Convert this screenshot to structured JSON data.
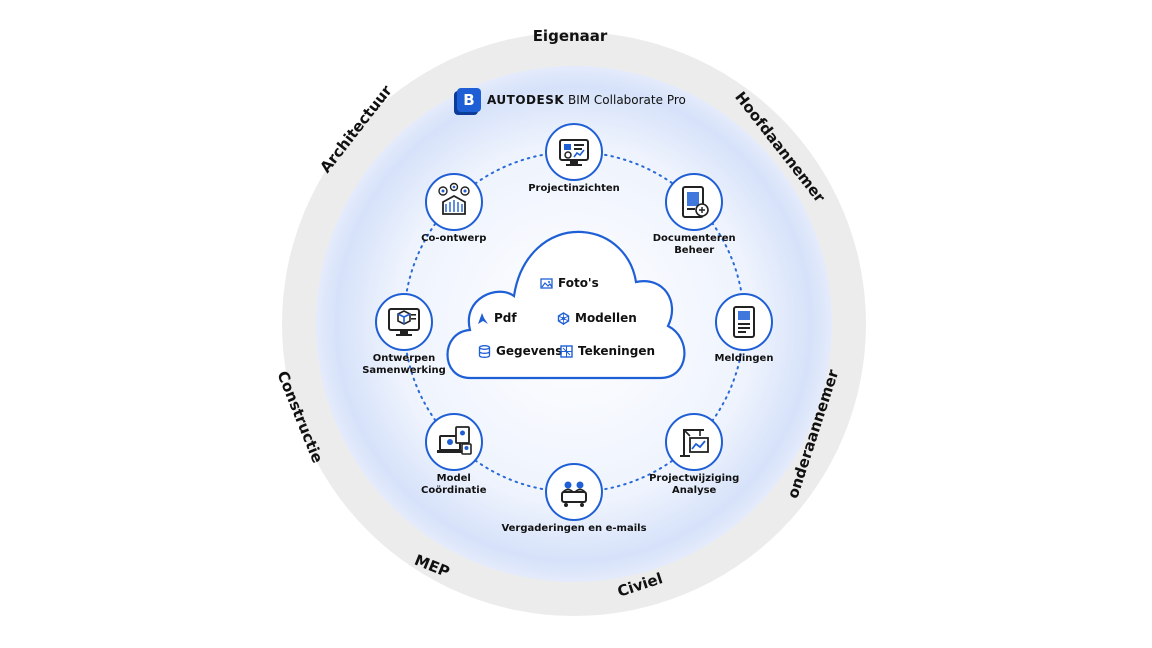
{
  "brand": {
    "logo_letter": "B",
    "company": "AUTODESK",
    "product": "BIM Collaborate Pro"
  },
  "stakeholders": [
    {
      "id": "eigenaar",
      "label": "Eigenaar"
    },
    {
      "id": "hoofdaannemer",
      "label": "Hoofdaannemer"
    },
    {
      "id": "onderaannemer",
      "label": "onderaannemer"
    },
    {
      "id": "civiel",
      "label": "Civiel"
    },
    {
      "id": "mep",
      "label": "MEP"
    },
    {
      "id": "constructie",
      "label": "Constructie"
    },
    {
      "id": "architectuur",
      "label": "Architectuur"
    }
  ],
  "features": [
    {
      "id": "projectinzichten",
      "label": "Projectinzichten",
      "icon": "dashboard-monitor-icon"
    },
    {
      "id": "documenteren",
      "label": "Documenteren\nBeheer",
      "icon": "tablet-document-icon"
    },
    {
      "id": "meldingen",
      "label": "Meldingen",
      "icon": "tablet-list-icon"
    },
    {
      "id": "projectwijziging",
      "label": "Projectwijziging\nAnalyse",
      "icon": "crane-chart-icon"
    },
    {
      "id": "vergaderingen",
      "label": "Vergaderingen en e-mails",
      "icon": "meeting-table-icon"
    },
    {
      "id": "model-coordinatie",
      "label": "Model\nCoördinatie",
      "icon": "laptop-people-icon"
    },
    {
      "id": "ontwerpen",
      "label": "Ontwerpen\nSamenwerking",
      "icon": "monitor-cube-icon"
    },
    {
      "id": "co-ontwerp",
      "label": "Co-ontwerp",
      "icon": "building-team-icon"
    }
  ],
  "cloud": {
    "items": [
      {
        "id": "fotos",
        "label": "Foto's",
        "icon": "image-icon"
      },
      {
        "id": "pdf",
        "label": "Pdf",
        "icon": "pdf-icon"
      },
      {
        "id": "modellen",
        "label": "Modellen",
        "icon": "cube-network-icon"
      },
      {
        "id": "gegevens",
        "label": "Gegevens",
        "icon": "database-icon"
      },
      {
        "id": "tekeningen",
        "label": "Tekeningen",
        "icon": "blueprint-icon"
      }
    ]
  },
  "colors": {
    "accent": "#1f5fd6",
    "ring": "#eeeeee",
    "glow": "#dbe6fb",
    "line": "#2a6ad8"
  }
}
